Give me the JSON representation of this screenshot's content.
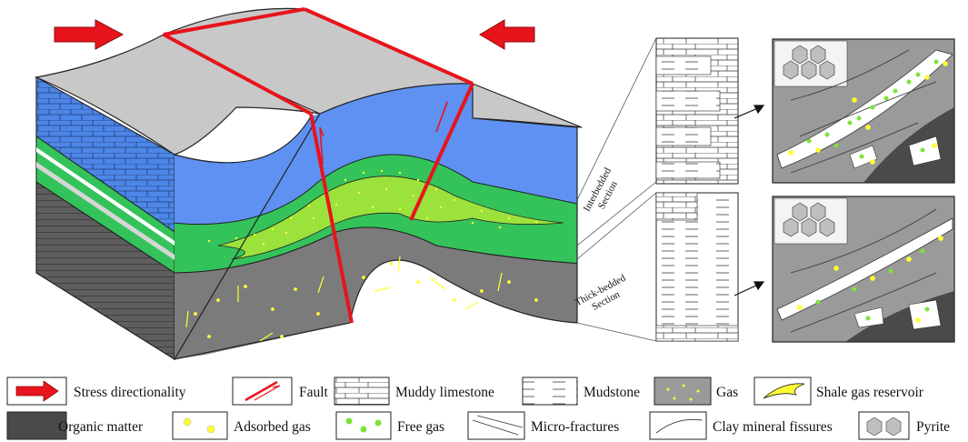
{
  "diagram": {
    "section_labels": {
      "interbedded": [
        "Interbedded",
        "Section"
      ],
      "thick_bedded": [
        "Thick-bedded",
        "Section"
      ]
    },
    "legend": [
      {
        "icon": "stress-arrow",
        "label": "Stress directionality"
      },
      {
        "icon": "fault",
        "label": "Fault"
      },
      {
        "icon": "muddy-limestone",
        "label": "Muddy limestone"
      },
      {
        "icon": "mudstone",
        "label": "Mudstone"
      },
      {
        "icon": "gas",
        "label": "Gas"
      },
      {
        "icon": "shale-gas-reservoir",
        "label": "Shale gas reservoir"
      },
      {
        "icon": "organic-matter",
        "label": "Organic matter"
      },
      {
        "icon": "adsorbed-gas",
        "label": "Adsorbed gas"
      },
      {
        "icon": "free-gas",
        "label": "Free gas"
      },
      {
        "icon": "micro-fractures",
        "label": "Micro-fractures"
      },
      {
        "icon": "clay-mineral-fissures",
        "label": "Clay mineral fissures"
      },
      {
        "icon": "pyrite",
        "label": "Pyrite"
      }
    ],
    "colors": {
      "stress": "#e8141c",
      "fault": "#e8141c",
      "limestone_blue": "#4d86e6",
      "upper_blue": "#5e91f2",
      "green_dark": "#34c35a",
      "green_light": "#9be23c",
      "gray_lower": "#7b7b7b",
      "gray_top": "#c8c8c8",
      "gray_side": "#5e5e5e",
      "organic": "#4a4a4a",
      "gas_dot": "#ffff33",
      "free_gas": "#7fe23a"
    }
  }
}
